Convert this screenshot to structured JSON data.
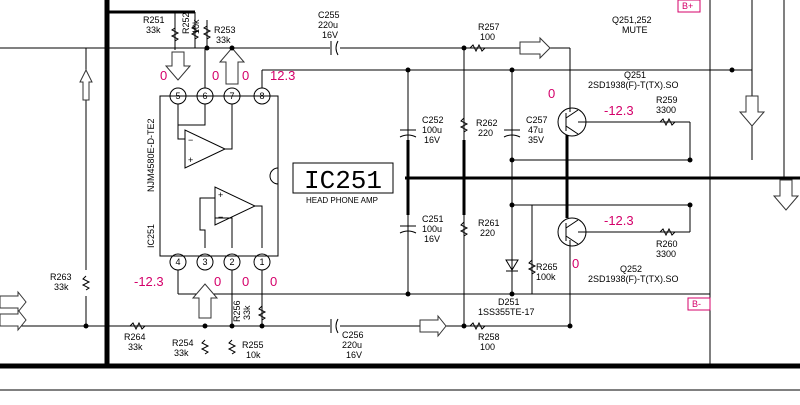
{
  "ic": {
    "ref": "IC251",
    "label": "HEAD PHONE AMP",
    "part_ref": "IC251",
    "part_number": "NJM4580E-D-TE2",
    "pins_top": [
      "5",
      "6",
      "7",
      "8"
    ],
    "pins_bottom": [
      "4",
      "3",
      "2",
      "1"
    ]
  },
  "voltages": {
    "pin5": "0",
    "pin6": "0",
    "pin7": "0",
    "pin8": "12.3",
    "pin4": "-12.3",
    "pin3": "0",
    "pin2": "0",
    "pin1": "0",
    "q251_emitter": "0",
    "q251_base": "-12.3",
    "q252_base": "-12.3",
    "q252_emitter": "0"
  },
  "components": {
    "r251": {
      "ref": "R251",
      "value": "33k"
    },
    "r252": {
      "ref": "R252",
      "value": "10k"
    },
    "r253": {
      "ref": "R253",
      "value": "33k"
    },
    "r254": {
      "ref": "R254",
      "value": "33k"
    },
    "r255": {
      "ref": "R255",
      "value": "10k"
    },
    "r256": {
      "ref": "R256",
      "value": "33k"
    },
    "r257": {
      "ref": "R257",
      "value": "100"
    },
    "r258": {
      "ref": "R258",
      "value": "100"
    },
    "r259": {
      "ref": "R259",
      "value": "3300"
    },
    "r260": {
      "ref": "R260",
      "value": "3300"
    },
    "r261": {
      "ref": "R261",
      "value": "220"
    },
    "r262": {
      "ref": "R262",
      "value": "220"
    },
    "r263": {
      "ref": "R263",
      "value": "33k"
    },
    "r264": {
      "ref": "R264",
      "value": "33k"
    },
    "r265": {
      "ref": "R265",
      "value": "100k"
    },
    "c251": {
      "ref": "C251",
      "value": "100u",
      "voltage": "16V"
    },
    "c252": {
      "ref": "C252",
      "value": "100u",
      "voltage": "16V"
    },
    "c255": {
      "ref": "C255",
      "value": "220u",
      "voltage": "16V"
    },
    "c256": {
      "ref": "C256",
      "value": "220u",
      "voltage": "16V"
    },
    "c257": {
      "ref": "C257",
      "value": "47u",
      "voltage": "35V"
    },
    "d251": {
      "ref": "D251",
      "part": "1SS355TE-17"
    },
    "q251": {
      "ref": "Q251",
      "part": "2SD1938(F)-T(TX).SO"
    },
    "q252": {
      "ref": "Q252",
      "part": "2SD1938(F)-T(TX).SO"
    },
    "q_mute": {
      "ref": "Q251,252",
      "function": "MUTE"
    }
  },
  "rails": {
    "positive": "B+",
    "negative": "B-"
  },
  "colors": {
    "voltage": "#d4006a",
    "wire": "#000000"
  }
}
